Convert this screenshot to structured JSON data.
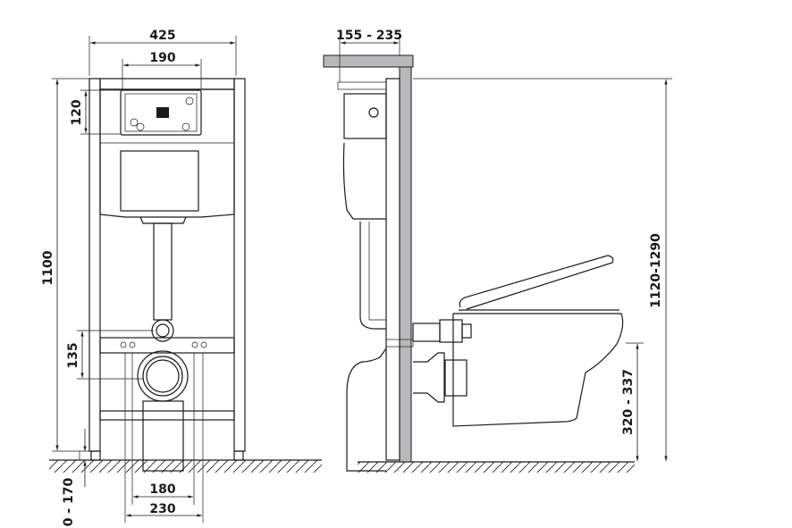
{
  "front_view": {
    "width_label": "425",
    "plate_width_label": "190",
    "plate_height_label": "120",
    "height_label": "1100",
    "bolt_spacing_height_label": "135",
    "foot_adjust_label": "0 - 170",
    "bolt_spacing_label": "180",
    "bolt_spacing_outer_label": "230"
  },
  "side_view": {
    "depth_label": "155 - 235",
    "total_height_label": "1120-1290",
    "bowl_height_label": "320 - 337"
  },
  "colors": {
    "wall": "#b9b9bb",
    "line": "#1a1a1a"
  }
}
